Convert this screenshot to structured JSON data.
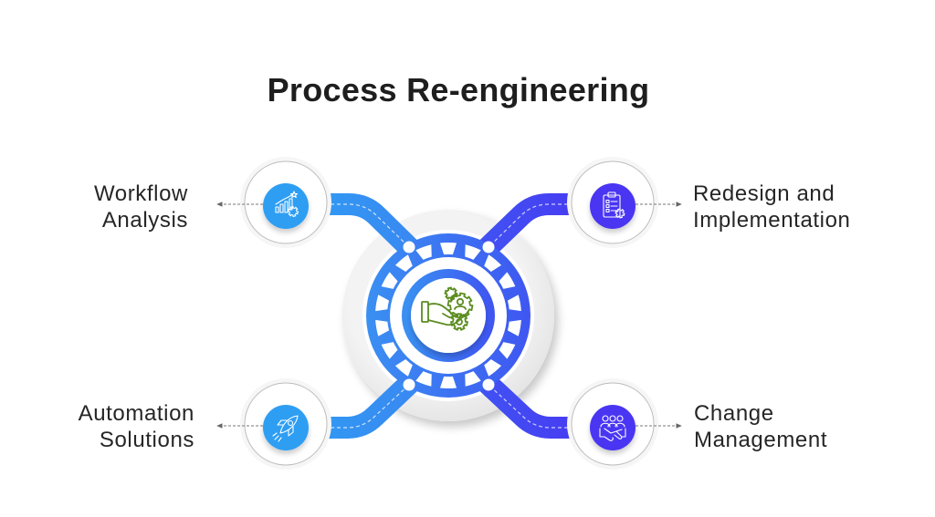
{
  "title": "Process Re-engineering",
  "colors": {
    "left_accent": "#2f9ef3",
    "right_accent": "#4a34f2",
    "gear_left": "#3a90f2",
    "gear_right": "#3f56f1",
    "center_icon": "#5b8c1f",
    "text": "#262626",
    "connector": "#777777"
  },
  "center": {
    "icon": "hand-holding-gears-icon"
  },
  "steps": [
    {
      "id": "workflow-analysis",
      "lines": [
        "Workflow",
        "Analysis"
      ],
      "icon": "growth-chart-gear-icon",
      "side": "left",
      "position": "top"
    },
    {
      "id": "redesign-implementation",
      "lines": [
        "Redesign and",
        "Implementation"
      ],
      "icon": "clipboard-checklist-icon",
      "side": "right",
      "position": "top"
    },
    {
      "id": "automation-solutions",
      "lines": [
        "Automation",
        "Solutions"
      ],
      "icon": "rocket-icon",
      "side": "left",
      "position": "bottom"
    },
    {
      "id": "change-management",
      "lines": [
        "Change",
        "Management"
      ],
      "icon": "team-handshake-icon",
      "side": "right",
      "position": "bottom"
    }
  ]
}
